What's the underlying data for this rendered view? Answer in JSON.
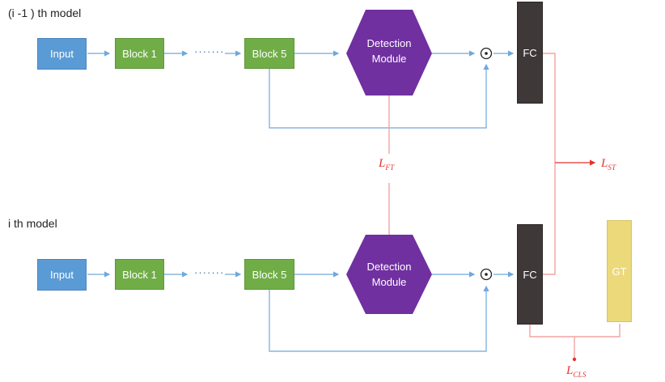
{
  "titles": {
    "prev_model": "(i -1 ) th model",
    "curr_model": "i th model"
  },
  "top_row": {
    "input": "Input",
    "block1": "Block 1",
    "block5": "Block 5",
    "detection_line1": "Detection",
    "detection_line2": "Module",
    "fc": "FC"
  },
  "bottom_row": {
    "input": "Input",
    "block1": "Block 1",
    "block5": "Block 5",
    "detection_line1": "Detection",
    "detection_line2": "Module",
    "fc": "FC",
    "gt": "GT"
  },
  "losses": {
    "ft_main": "L",
    "ft_sub": "FT",
    "st_main": "L",
    "st_sub": "ST",
    "cls_main": "L",
    "cls_sub": "CLS"
  },
  "symbols": {
    "multiply": "⊙",
    "dots": "·······"
  },
  "colors": {
    "input": "#5b9bd5",
    "block": "#70ad47",
    "detection": "#7030a0",
    "fc": "#3f3838",
    "gt": "#ecd97a",
    "flow_line": "#6fa8dc",
    "loss_line": "#f4a3a3",
    "loss_text": "#e8322c"
  }
}
